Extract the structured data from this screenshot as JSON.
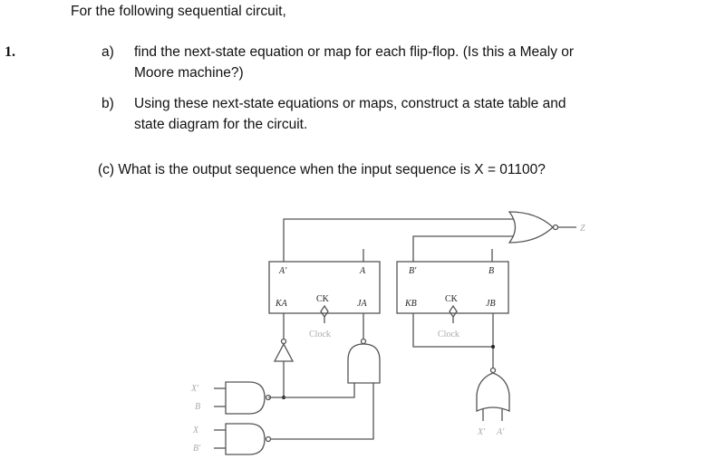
{
  "intro": "For the following sequential circuit,",
  "number": "1.",
  "parts": [
    {
      "marker": "a)",
      "line1": "find the next-state equation or map for each flip-flop. (Is this a Mealy or",
      "line2": "Moore machine?)"
    },
    {
      "marker": "b)",
      "line1": "Using these next-state equations or maps, construct a state table and",
      "line2": "state diagram for the circuit."
    }
  ],
  "part_c": "(c) What is the output sequence when the input sequence is X = 01100?",
  "circuit": {
    "output": "Z",
    "ff_a": {
      "q_bar": "A'",
      "q": "A",
      "k": "KA",
      "ck": "CK",
      "j": "JA",
      "clock": "Clock"
    },
    "ff_b": {
      "q_bar": "B'",
      "q": "B",
      "k": "KB",
      "ck": "CK",
      "j": "JB",
      "clock": "Clock"
    },
    "nand1_inputs": [
      "X'",
      "B"
    ],
    "nand2_inputs": [
      "X",
      "B'"
    ],
    "nor_inputs": [
      "X'",
      "A'"
    ]
  }
}
